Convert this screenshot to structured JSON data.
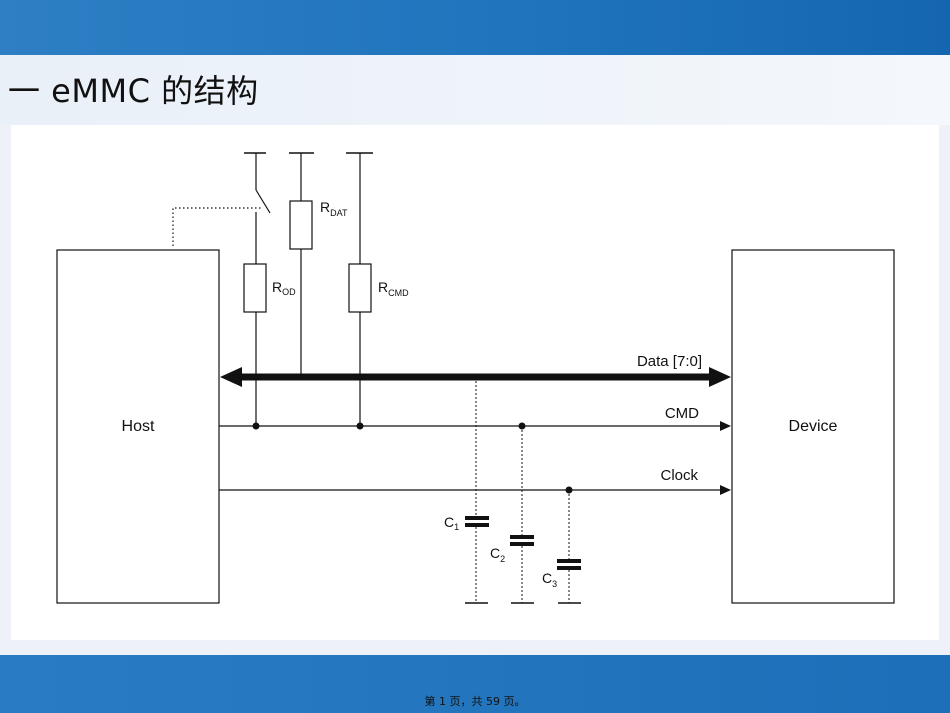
{
  "slide": {
    "title": "一  eMMC 的结构",
    "footer": "第 1 页，共 59 页。"
  },
  "diagram": {
    "host_label": "Host",
    "device_label": "Device",
    "data_bus_label": "Data [7:0]",
    "cmd_label": "CMD",
    "clock_label": "Clock",
    "resistors": [
      {
        "main": "R",
        "sub": "OD"
      },
      {
        "main": "R",
        "sub": "DAT"
      },
      {
        "main": "R",
        "sub": "CMD"
      }
    ],
    "capacitors": [
      {
        "main": "C",
        "sub": "1"
      },
      {
        "main": "C",
        "sub": "2"
      },
      {
        "main": "C",
        "sub": "3"
      }
    ]
  },
  "colors": {
    "band": "#1f74bd",
    "line": "#111111"
  }
}
